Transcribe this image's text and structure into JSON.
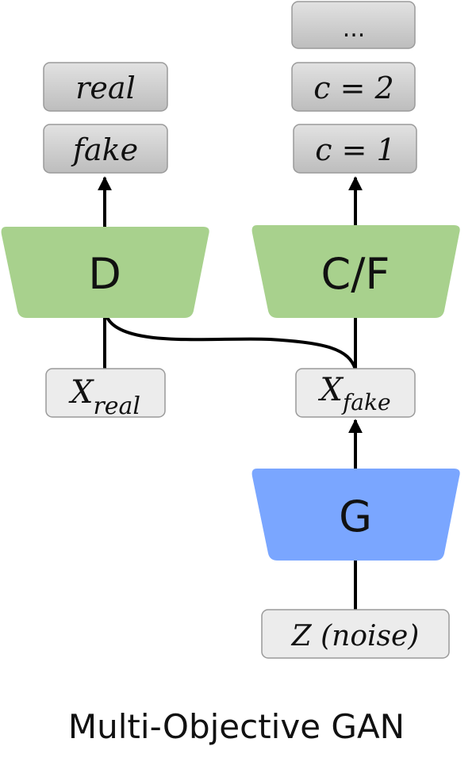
{
  "discriminator": {
    "label": "D",
    "outputs": [
      "real",
      "fake"
    ],
    "input": {
      "base": "X",
      "sub": "real"
    }
  },
  "classifier": {
    "label": "C/F",
    "outputs": [
      "...",
      "c = 2",
      "c = 1"
    ],
    "input": {
      "base": "X",
      "sub": "fake"
    }
  },
  "generator": {
    "label": "G",
    "input": "Z (noise)"
  },
  "caption": "Multi-Objective GAN",
  "colors": {
    "discriminator_fill": "#a8d18d",
    "classifier_fill": "#a8d18d",
    "generator_fill": "#7aa6ff",
    "output_box_fill": "#cfcfcf",
    "input_box_fill": "#ececec",
    "box_stroke": "#9a9a9a",
    "line": "#000000"
  }
}
